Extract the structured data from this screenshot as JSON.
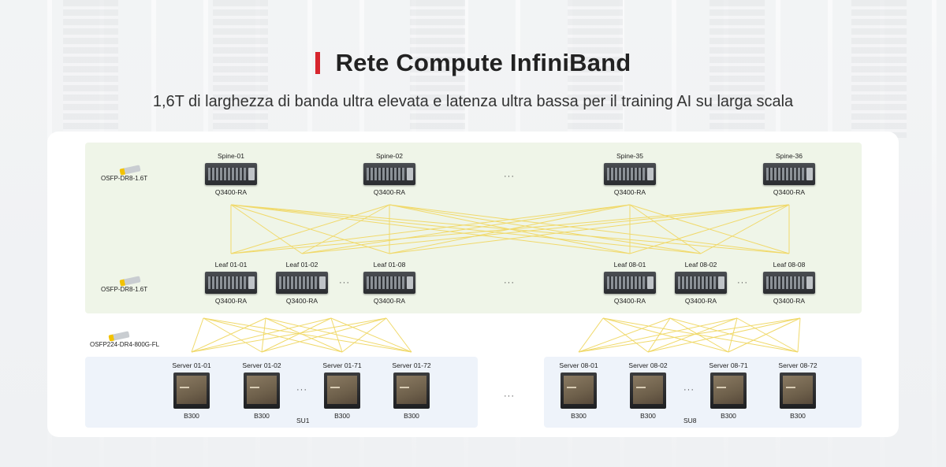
{
  "header": {
    "title": "Rete Compute InfiniBand",
    "subtitle": "1,6T di larghezza di banda ultra elevata e latenza ultra bassa per il training AI su larga scala"
  },
  "colors": {
    "accent": "#d7262e",
    "link_line": "#f0d96a",
    "switch_zone": "#eff5e8",
    "su_zone": "#eef3fa"
  },
  "transceivers": [
    {
      "label": "OSFP-DR8-1.6T",
      "icon": "transceiver-icon"
    },
    {
      "label": "OSFP-DR8-1.6T",
      "icon": "transceiver-icon"
    },
    {
      "label": "OSFP224-DR4-800G-FL",
      "icon": "transceiver-icon"
    }
  ],
  "spines": [
    {
      "name": "Spine-01",
      "model": "Q3400-RA",
      "icon": "switch-icon"
    },
    {
      "name": "Spine-02",
      "model": "Q3400-RA",
      "icon": "switch-icon"
    },
    {
      "name": "Spine-35",
      "model": "Q3400-RA",
      "icon": "switch-icon"
    },
    {
      "name": "Spine-36",
      "model": "Q3400-RA",
      "icon": "switch-icon"
    }
  ],
  "leaves": [
    {
      "name": "Leaf 01-01",
      "model": "Q3400-RA",
      "icon": "switch-icon"
    },
    {
      "name": "Leaf 01-02",
      "model": "Q3400-RA",
      "icon": "switch-icon"
    },
    {
      "name": "Leaf 01-08",
      "model": "Q3400-RA",
      "icon": "switch-icon"
    },
    {
      "name": "Leaf 08-01",
      "model": "Q3400-RA",
      "icon": "switch-icon"
    },
    {
      "name": "Leaf 08-02",
      "model": "Q3400-RA",
      "icon": "switch-icon"
    },
    {
      "name": "Leaf 08-08",
      "model": "Q3400-RA",
      "icon": "switch-icon"
    }
  ],
  "scalable_units": [
    {
      "label": "SU1",
      "servers": [
        {
          "name": "Server 01-01",
          "model": "B300",
          "icon": "server-icon"
        },
        {
          "name": "Server 01-02",
          "model": "B300",
          "icon": "server-icon"
        },
        {
          "name": "Server 01-71",
          "model": "B300",
          "icon": "server-icon"
        },
        {
          "name": "Server 01-72",
          "model": "B300",
          "icon": "server-icon"
        }
      ]
    },
    {
      "label": "SU8",
      "servers": [
        {
          "name": "Server 08-01",
          "model": "B300",
          "icon": "server-icon"
        },
        {
          "name": "Server 08-02",
          "model": "B300",
          "icon": "server-icon"
        },
        {
          "name": "Server 08-71",
          "model": "B300",
          "icon": "server-icon"
        },
        {
          "name": "Server 08-72",
          "model": "B300",
          "icon": "server-icon"
        }
      ]
    }
  ],
  "ellipsis": "···"
}
